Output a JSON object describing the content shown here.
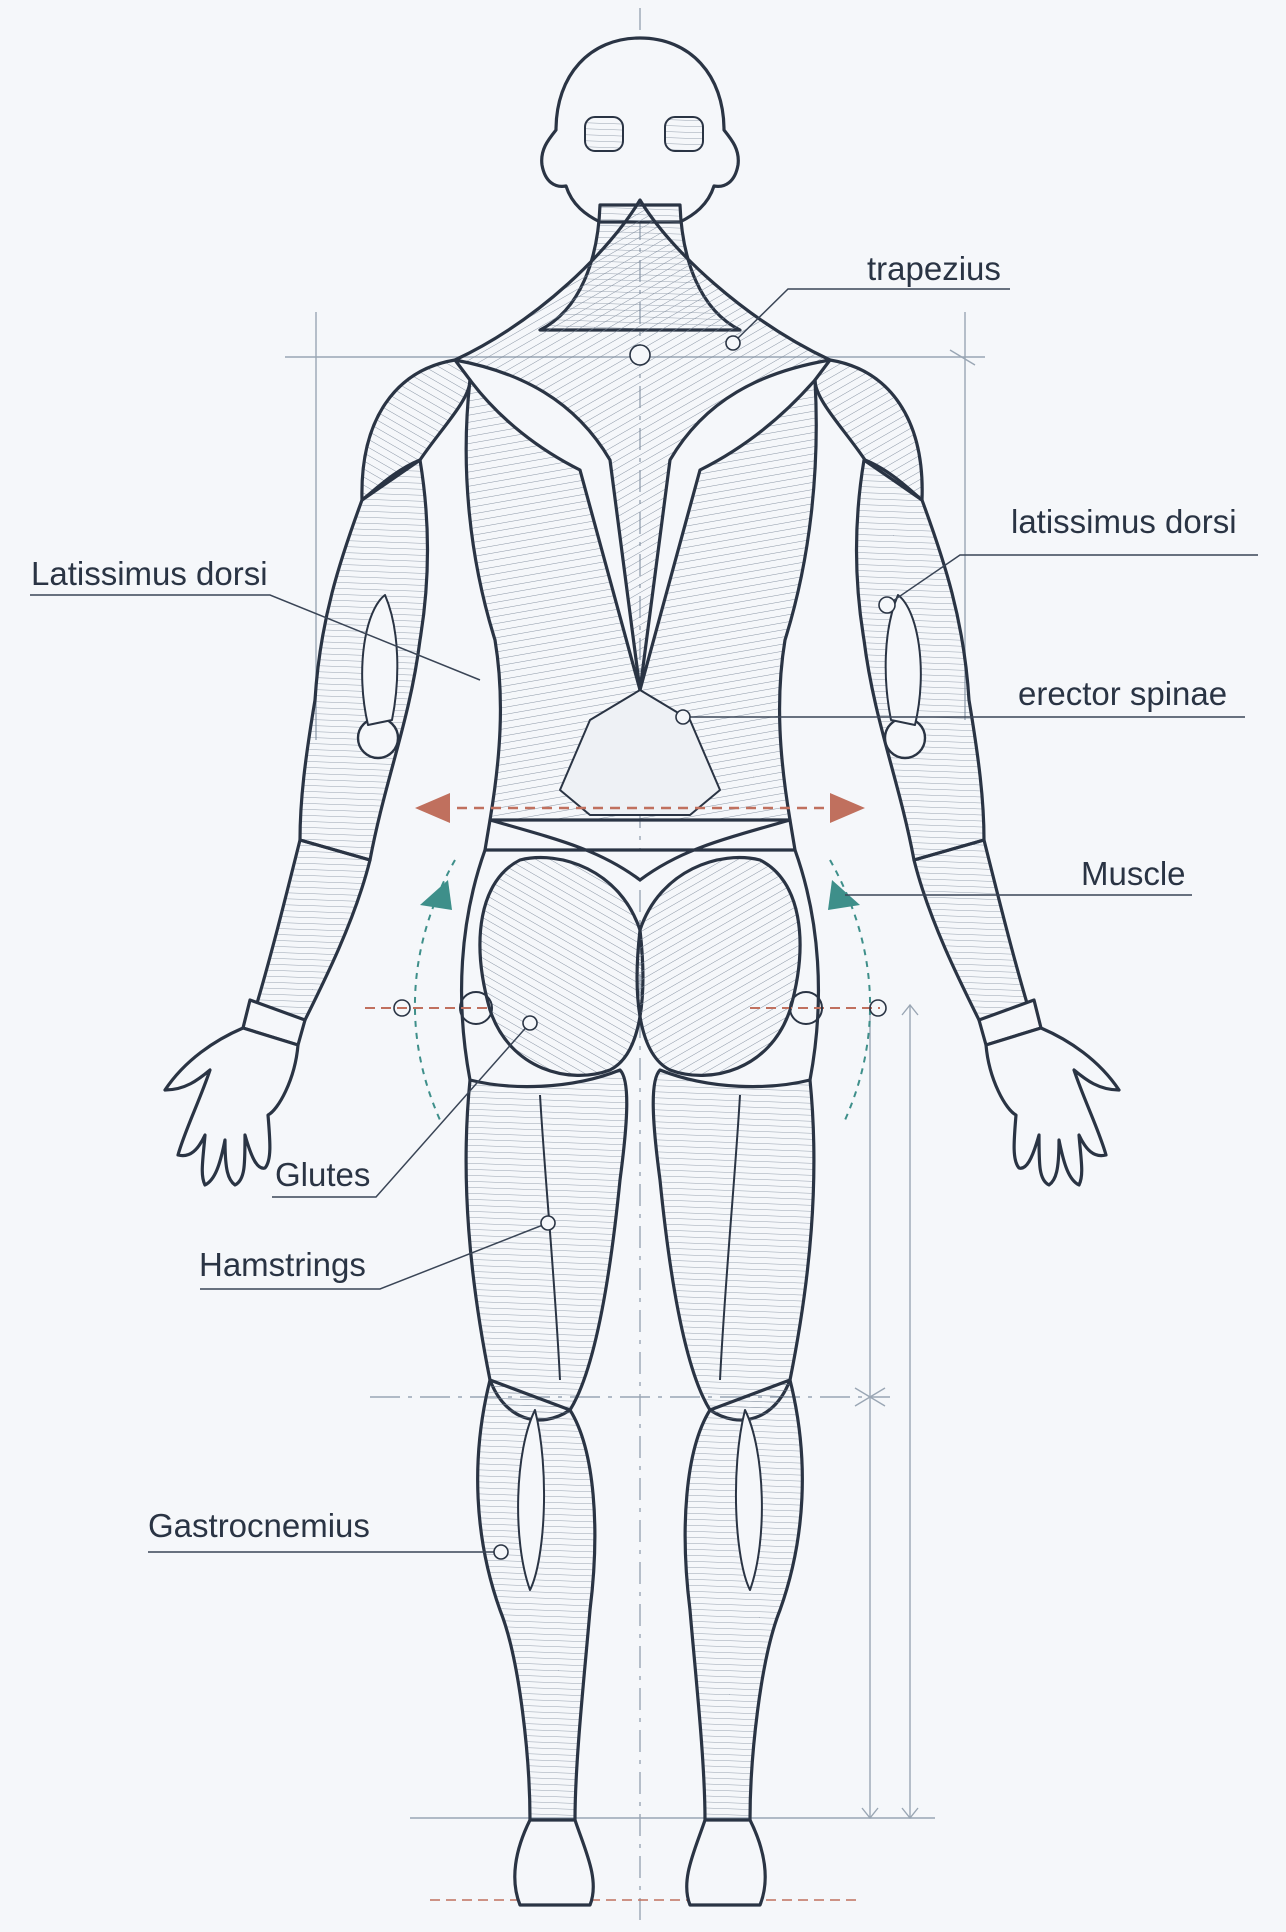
{
  "diagram": {
    "view": "posterior",
    "colors": {
      "background": "#f5f7fa",
      "outline": "#2a3444",
      "fiber": "#6d7a8c",
      "guide": "#9aa6b4",
      "leader": "#3a4556",
      "arrow_red": "#c0705e",
      "arrow_teal": "#3e8f8a"
    },
    "labels": {
      "trapezius": "trapezius",
      "latissimus_right": "latissimus dorsi",
      "latissimus_left": "Latissimus dorsi",
      "erector_spinae": "erector spinae",
      "muscle": "Muscle",
      "glutes": "Glutes",
      "hamstrings": "Hamstrings",
      "gastrocnemius": "Gastrocnemius"
    },
    "icons": {
      "width_arrow": "double-headed-arrow-icon",
      "rotation_arrow": "curved-arrow-icon",
      "marker": "circle-marker-icon"
    }
  }
}
